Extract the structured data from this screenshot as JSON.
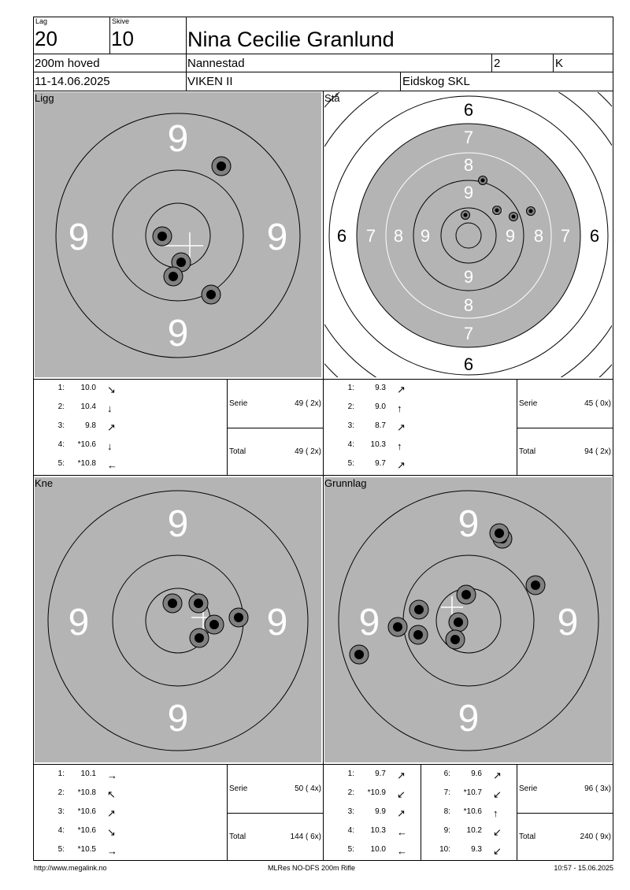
{
  "header": {
    "lag_label": "Lag",
    "lag_value": "20",
    "skive_label": "Skive",
    "skive_value": "10",
    "shooter_name": "Nina Cecilie Granlund",
    "program": "200m hoved",
    "club": "Nannestad",
    "class_num": "2",
    "class": "K",
    "date": "11-14.06.2025",
    "region": "VIKEN II",
    "venue": "Eidskog SKL"
  },
  "panels": [
    {
      "label": "Ligg",
      "type": "prone",
      "shots": [
        {
          "no": "1:",
          "value": "10.0",
          "arrow": "↘"
        },
        {
          "no": "2:",
          "value": "10.4",
          "arrow": "↓"
        },
        {
          "no": "3:",
          "value": "9.8",
          "arrow": "↗"
        },
        {
          "no": "4:",
          "value": "*10.6",
          "arrow": "↓"
        },
        {
          "no": "5:",
          "value": "*10.8",
          "arrow": "←"
        }
      ],
      "serie_label": "Serie",
      "serie_value": "49 ( 2x)",
      "total_label": "Total",
      "total_value": "49 ( 2x)"
    },
    {
      "label": "Stå",
      "type": "standing",
      "shots": [
        {
          "no": "1:",
          "value": "9.3",
          "arrow": "↗"
        },
        {
          "no": "2:",
          "value": "9.0",
          "arrow": "↑"
        },
        {
          "no": "3:",
          "value": "8.7",
          "arrow": "↗"
        },
        {
          "no": "4:",
          "value": "10.3",
          "arrow": "↑"
        },
        {
          "no": "5:",
          "value": "9.7",
          "arrow": "↗"
        }
      ],
      "serie_label": "Serie",
      "serie_value": "45 ( 0x)",
      "total_label": "Total",
      "total_value": "94 ( 2x)"
    },
    {
      "label": "Kne",
      "type": "prone",
      "shots": [
        {
          "no": "1:",
          "value": "10.1",
          "arrow": "→"
        },
        {
          "no": "2:",
          "value": "*10.8",
          "arrow": "↖"
        },
        {
          "no": "3:",
          "value": "*10.6",
          "arrow": "↗"
        },
        {
          "no": "4:",
          "value": "*10.6",
          "arrow": "↘"
        },
        {
          "no": "5:",
          "value": "*10.5",
          "arrow": "→"
        }
      ],
      "serie_label": "Serie",
      "serie_value": "50 ( 4x)",
      "total_label": "Total",
      "total_value": "144 ( 6x)"
    },
    {
      "label": "Grunnlag",
      "type": "prone",
      "shots": [
        {
          "no": "1:",
          "value": "9.7",
          "arrow": "↗"
        },
        {
          "no": "2:",
          "value": "*10.9",
          "arrow": "↙"
        },
        {
          "no": "3:",
          "value": "9.9",
          "arrow": "↗"
        },
        {
          "no": "4:",
          "value": "10.3",
          "arrow": "←"
        },
        {
          "no": "5:",
          "value": "10.0",
          "arrow": "←"
        },
        {
          "no": "6:",
          "value": "9.6",
          "arrow": "↗"
        },
        {
          "no": "7:",
          "value": "*10.7",
          "arrow": "↙"
        },
        {
          "no": "8:",
          "value": "*10.6",
          "arrow": "↑"
        },
        {
          "no": "9:",
          "value": "10.2",
          "arrow": "↙"
        },
        {
          "no": "10:",
          "value": "9.3",
          "arrow": "↙"
        }
      ],
      "serie_label": "Serie",
      "serie_value": "96 ( 3x)",
      "total_label": "Total",
      "total_value": "240 ( 9x)"
    }
  ],
  "target_labels": {
    "prone_ring": "9",
    "standing_rings": [
      "6",
      "7",
      "8",
      "9"
    ]
  },
  "footer": {
    "url": "http://www.megalink.no",
    "software": "MLRes NO-DFS 200m Rifle",
    "timestamp": "10:57 - 15.06.2025"
  },
  "colors": {
    "target_gray": "#b4b4b4",
    "hole_outer": "#808080",
    "hole_inner": "#000000"
  }
}
